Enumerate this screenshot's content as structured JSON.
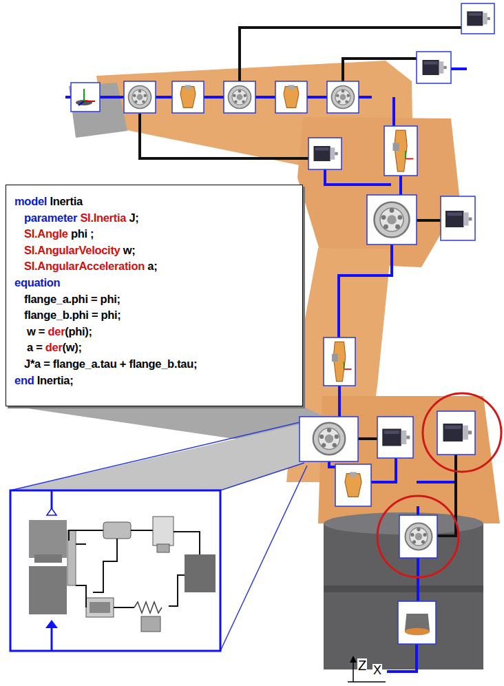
{
  "diagram": {
    "nodes": [
      {
        "text": [
          "model Inertia",
          "parameter SI.Inertia J;",
          "SI.Angle phi ;",
          "SI.AngularVelocity w;",
          "SI.AngularAcceleration a;",
          "equation",
          "flange_a.phi = phi;",
          "flange_b.phi = phi;",
          "w = der(phi);",
          "a = der(w);",
          "J*a = flange_a.tau + flange_b.tau;",
          "end Inertia;"
        ]
      }
    ],
    "labels": [
      "Z",
      "X"
    ]
  }
}
